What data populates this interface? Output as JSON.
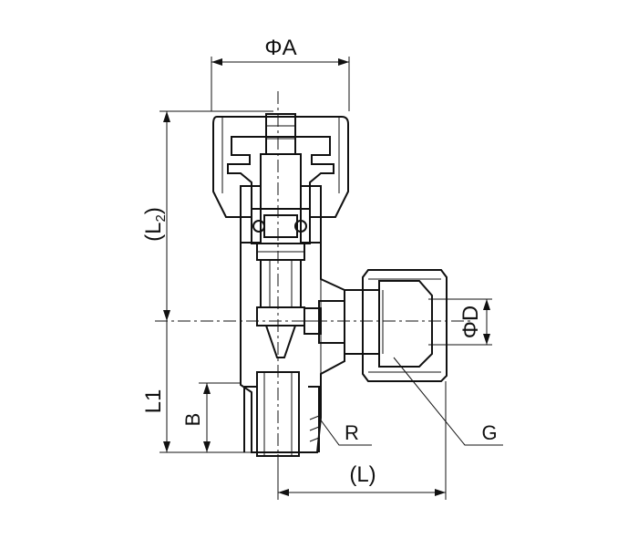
{
  "labels": {
    "phi_a": "ΦA",
    "l2_open": "(L",
    "l2_sub": "2",
    "l2_close": ")",
    "l1": "L1",
    "b": "B",
    "r": "R",
    "g": "G",
    "l_paren": "(L)",
    "phi_d": "ΦD"
  },
  "colors": {
    "line": "#111111",
    "background": "#ffffff"
  }
}
